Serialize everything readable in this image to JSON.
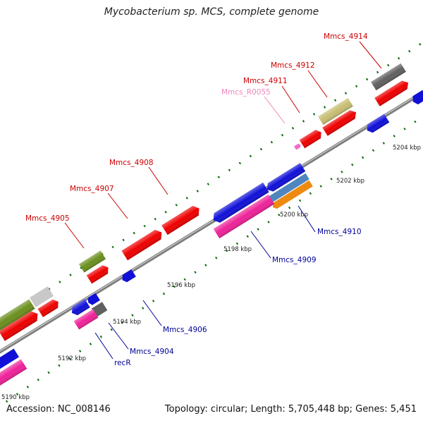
{
  "title": "Mycobacterium sp. MCS, complete genome",
  "footer": {
    "accession": "Accession: NC_008146",
    "summary": "Topology: circular; Length: 5,705,448 bp; Genes: 5,451"
  },
  "colors": {
    "backbone": "#8e8e8e",
    "tick": "#0a6a0a",
    "red": "#ee0000",
    "blue": "#1010d8",
    "magenta": "#ee2299",
    "olive": "#6b8f1e",
    "khaki": "#c7be72",
    "darkgray": "#606060",
    "lightgray": "#c8c8c8",
    "steelblue": "#4f86c0",
    "orange": "#ee8a10",
    "pink": "#f06cc8",
    "label_red": "#cc0000",
    "label_blue": "#00009a",
    "label_pink": "#ee88bb"
  },
  "scale_labels": [
    "5190 kbp",
    "5192 kbp",
    "5194 kbp",
    "5196 kbp",
    "5198 kbp",
    "5200 kbp",
    "5202 kbp",
    "5204 kbp"
  ],
  "gene_labels": [
    {
      "text": "Mmcs_4914",
      "strand": "forward"
    },
    {
      "text": "Mmcs_4912",
      "strand": "forward"
    },
    {
      "text": "Mmcs_4911",
      "strand": "forward"
    },
    {
      "text": "Mmcs_R0055",
      "strand": "forward"
    },
    {
      "text": "Mmcs_4908",
      "strand": "forward"
    },
    {
      "text": "Mmcs_4907",
      "strand": "forward"
    },
    {
      "text": "Mmcs_4905",
      "strand": "forward"
    },
    {
      "text": "Mmcs_4910",
      "strand": "reverse"
    },
    {
      "text": "Mmcs_4909",
      "strand": "reverse"
    },
    {
      "text": "Mmcs_4906",
      "strand": "reverse"
    },
    {
      "text": "Mmcs_4904",
      "strand": "reverse"
    },
    {
      "text": "recR",
      "strand": "reverse"
    }
  ]
}
